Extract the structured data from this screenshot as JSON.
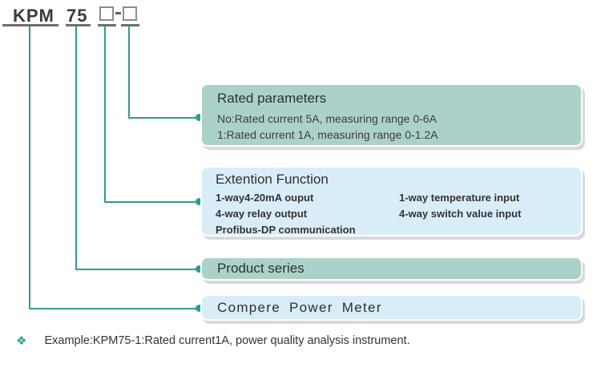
{
  "header": {
    "series": "KPM",
    "model": "75",
    "separator": "-"
  },
  "callouts": {
    "rated_parameters": {
      "title": "Rated parameters",
      "lines": [
        "No:Rated current 5A, measuring range 0-6A",
        "1:Rated current 1A, measuring range 0-1.2A"
      ]
    },
    "extension_function": {
      "title": "Extention Function",
      "left_items": [
        "1-way4-20mA ouput",
        "4-way relay output",
        "Profibus-DP communication"
      ],
      "right_items": [
        "1-way temperature input",
        "4-way switch value input"
      ]
    },
    "product_series": {
      "title": "Product series"
    },
    "meter": {
      "title": "Compere  Power  Meter"
    }
  },
  "example": {
    "text": "Example:KPM75-1:Rated current1A, power quality analysis instrument."
  },
  "icons": {
    "example_bullet": "❖"
  },
  "colors": {
    "connector_teal": "#2d9c93",
    "teal_box_bg": "#aad2cb",
    "blue_box_bg": "#d9edf8",
    "underline_gray": "#6e6e6e"
  }
}
